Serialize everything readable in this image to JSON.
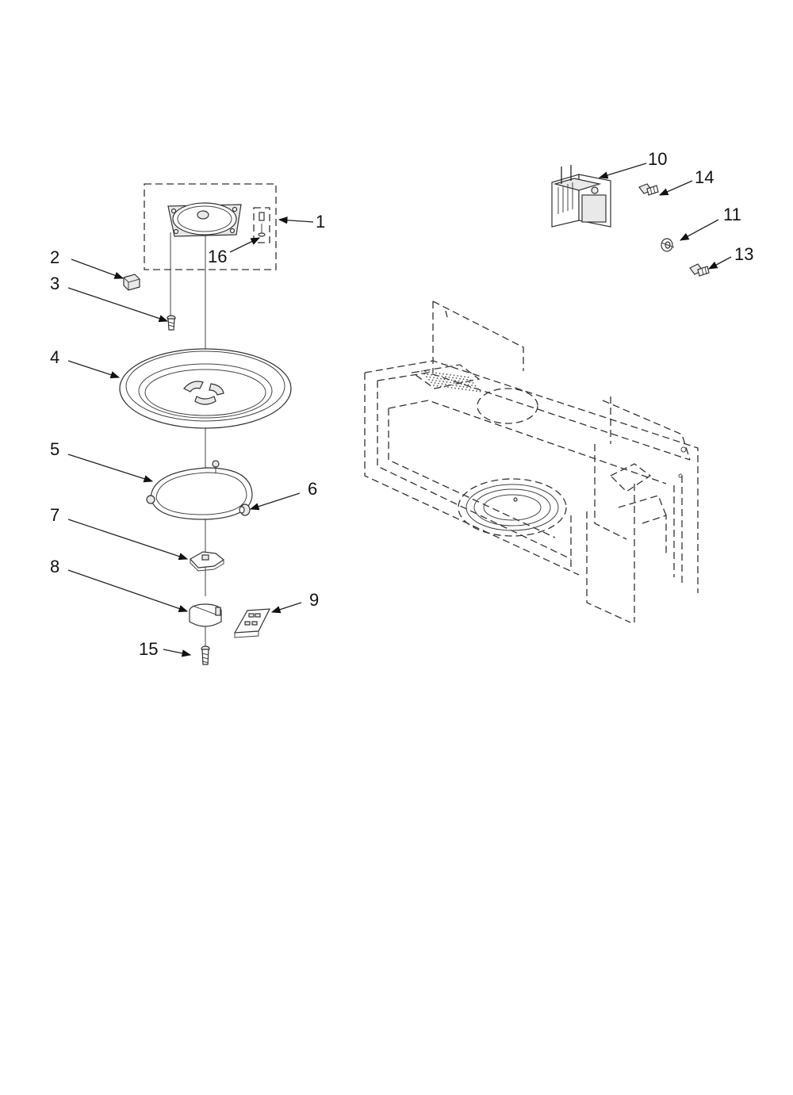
{
  "callouts": [
    {
      "id": "1",
      "text": "1"
    },
    {
      "id": "2",
      "text": "2"
    },
    {
      "id": "3",
      "text": "3"
    },
    {
      "id": "4",
      "text": "4"
    },
    {
      "id": "5",
      "text": "5"
    },
    {
      "id": "6",
      "text": "6"
    },
    {
      "id": "7",
      "text": "7"
    },
    {
      "id": "8",
      "text": "8"
    },
    {
      "id": "9",
      "text": "9"
    },
    {
      "id": "10",
      "text": "10"
    },
    {
      "id": "11",
      "text": "11"
    },
    {
      "id": "13",
      "text": "13"
    },
    {
      "id": "14",
      "text": "14"
    },
    {
      "id": "15",
      "text": "15"
    },
    {
      "id": "16",
      "text": "16"
    }
  ]
}
